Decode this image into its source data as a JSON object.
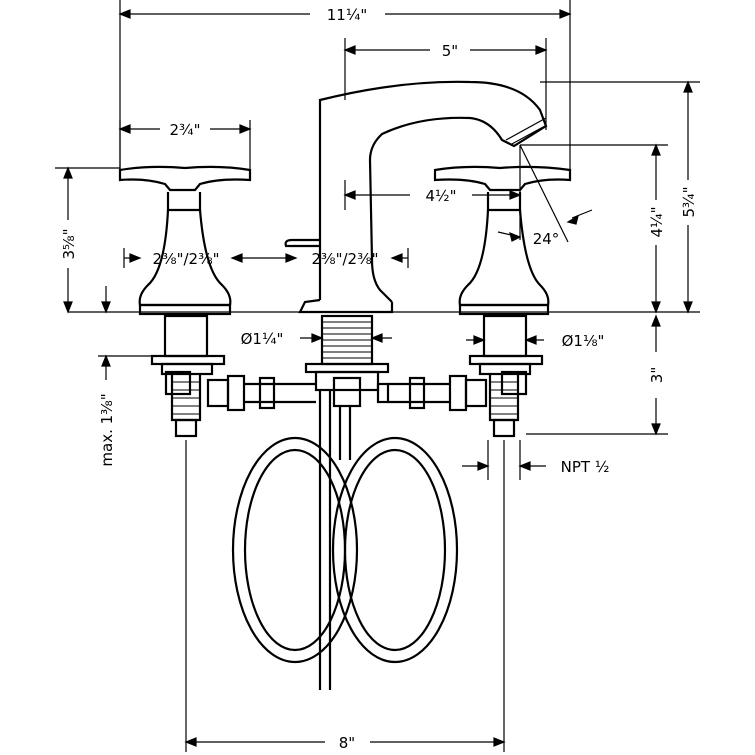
{
  "dimensions": {
    "overall_width": "11¼\"",
    "spout_reach": "5\"",
    "handle_width": "2¾\"",
    "handle_height": "3⅝\"",
    "left_handle_base": "2⅜\"/2⅜\"",
    "spout_base": "2⅜\"/2⅜\"",
    "spout_inner_reach": "4½\"",
    "spout_angle": "24°",
    "spout_clearance": "4¼\"",
    "overall_height": "5¾\"",
    "spout_shank": "Ø1¼\"",
    "valve_shank": "Ø1⅛\"",
    "max_deck": "max. 1⅜\"",
    "valve_depth": "3\"",
    "npt": "NPT ½",
    "center_spread": "8\""
  },
  "colors": {
    "line": "#000000",
    "background": "#ffffff"
  }
}
